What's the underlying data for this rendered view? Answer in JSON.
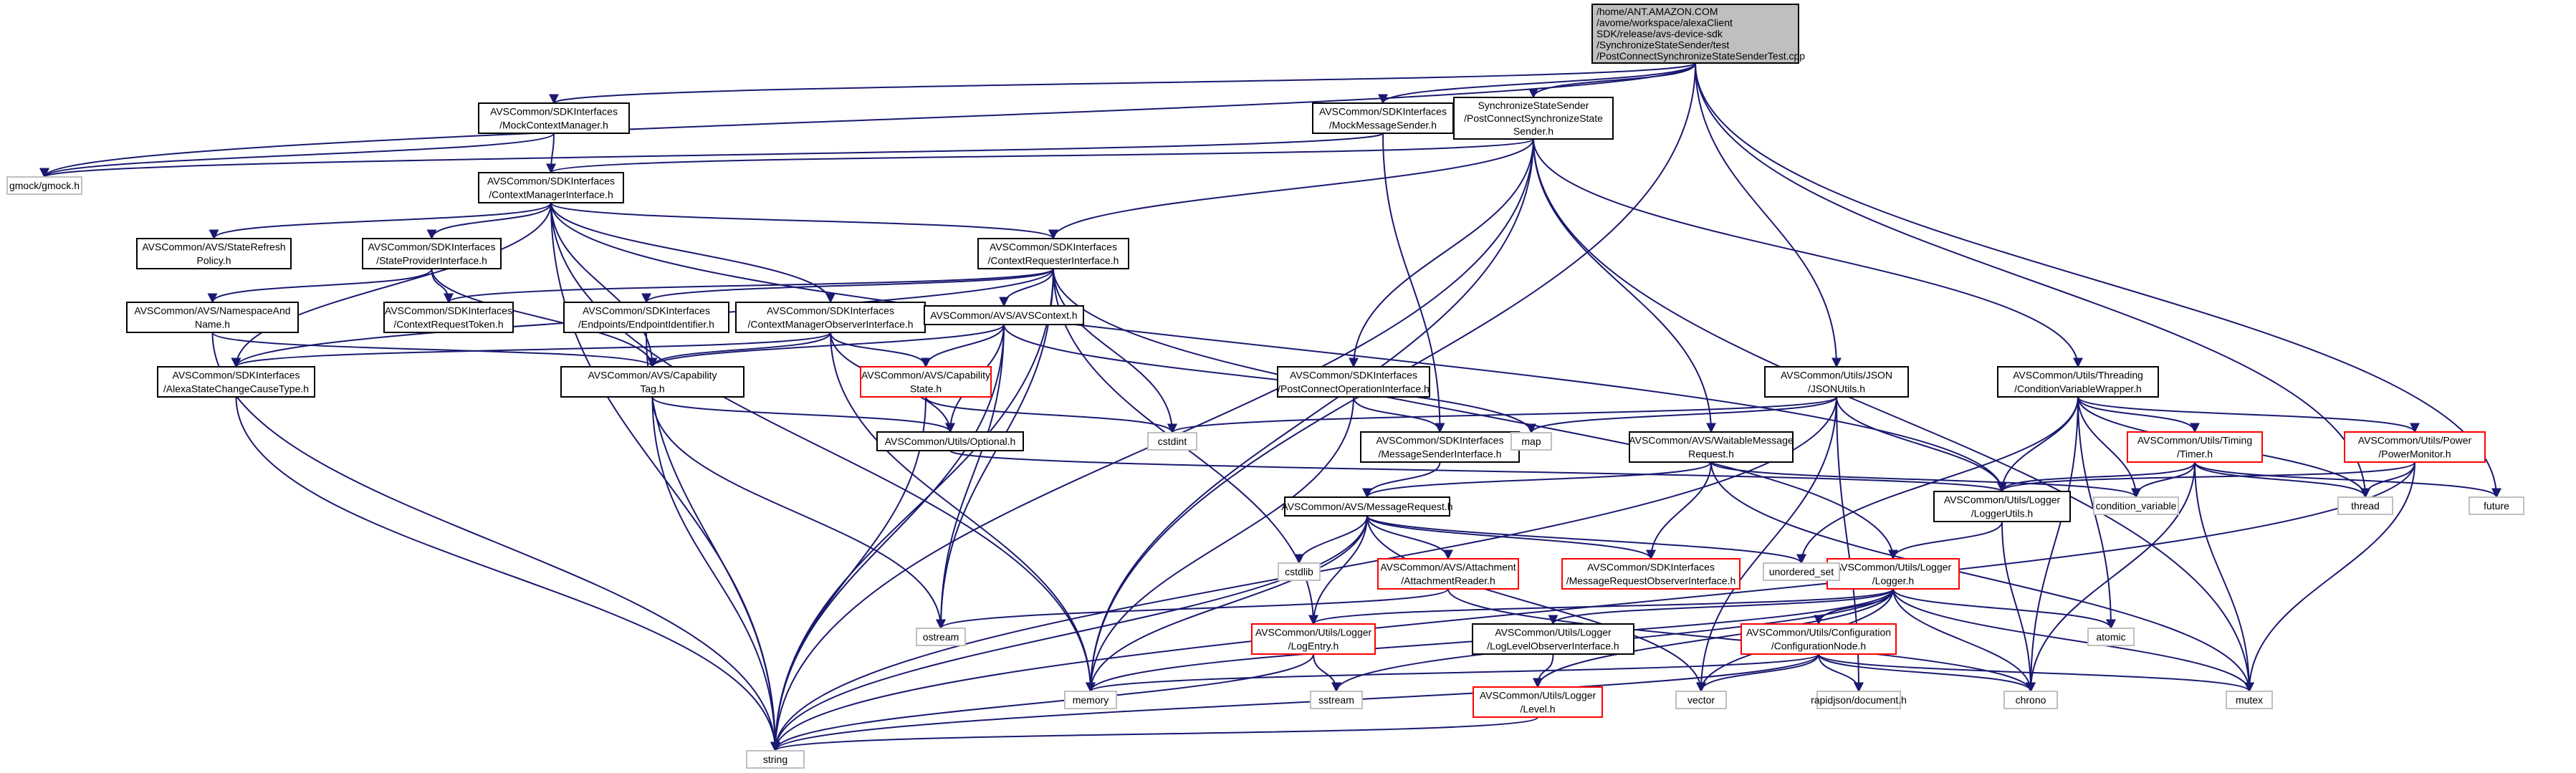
{
  "colors": {
    "edge": "#191970",
    "normal_border": "#000000",
    "incomplete_border": "#ff0000",
    "root_fill": "#bfbfbf",
    "label_only_border": "#bfbfbf",
    "node_fill": "#ffffff"
  },
  "graph": {
    "nodes": [
      {
        "id": "root",
        "lines": [
          "/home/ANT.AMAZON.COM",
          "/avome/workspace/alexaClient",
          "SDK/release/avs-device-sdk",
          "/SynchronizeStateSender/test",
          "/PostConnectSynchronizeStateSenderTest.cpp"
        ],
        "kind": "root"
      },
      {
        "id": "mockctx",
        "lines": [
          "AVSCommon/SDKInterfaces",
          "/MockContextManager.h"
        ],
        "kind": "normal"
      },
      {
        "id": "mockmsg",
        "lines": [
          "AVSCommon/SDKInterfaces",
          "/MockMessageSender.h"
        ],
        "kind": "normal"
      },
      {
        "id": "syncsender",
        "lines": [
          "SynchronizeStateSender",
          "/PostConnectSynchronizeState",
          "Sender.h"
        ],
        "kind": "normal"
      },
      {
        "id": "gmock",
        "lines": [
          "gmock/gmock.h"
        ],
        "kind": "plain"
      },
      {
        "id": "ctxmgr",
        "lines": [
          "AVSCommon/SDKInterfaces",
          "/ContextManagerInterface.h"
        ],
        "kind": "normal"
      },
      {
        "id": "staterefresh",
        "lines": [
          "AVSCommon/AVS/StateRefresh",
          "Policy.h"
        ],
        "kind": "normal"
      },
      {
        "id": "stateprov",
        "lines": [
          "AVSCommon/SDKInterfaces",
          "/StateProviderInterface.h"
        ],
        "kind": "normal"
      },
      {
        "id": "ctxreq",
        "lines": [
          "AVSCommon/SDKInterfaces",
          "/ContextRequesterInterface.h"
        ],
        "kind": "normal"
      },
      {
        "id": "nsname",
        "lines": [
          "AVSCommon/AVS/NamespaceAnd",
          "Name.h"
        ],
        "kind": "normal"
      },
      {
        "id": "ctxtoken",
        "lines": [
          "AVSCommon/SDKInterfaces",
          "/ContextRequestToken.h"
        ],
        "kind": "normal"
      },
      {
        "id": "endpointid",
        "lines": [
          "AVSCommon/SDKInterfaces",
          "/Endpoints/EndpointIdentifier.h"
        ],
        "kind": "normal"
      },
      {
        "id": "ctxmgrobs",
        "lines": [
          "AVSCommon/SDKInterfaces",
          "/ContextManagerObserverInterface.h"
        ],
        "kind": "normal"
      },
      {
        "id": "avscontext",
        "lines": [
          "AVSCommon/AVS/AVSContext.h"
        ],
        "kind": "normal"
      },
      {
        "id": "alexastate",
        "lines": [
          "AVSCommon/SDKInterfaces",
          "/AlexaStateChangeCauseType.h"
        ],
        "kind": "normal"
      },
      {
        "id": "captag",
        "lines": [
          "AVSCommon/AVS/Capability",
          "Tag.h"
        ],
        "kind": "normal"
      },
      {
        "id": "capstate",
        "lines": [
          "AVSCommon/AVS/Capability",
          "State.h"
        ],
        "kind": "red"
      },
      {
        "id": "optional",
        "lines": [
          "AVSCommon/Utils/Optional.h"
        ],
        "kind": "normal"
      },
      {
        "id": "postconn",
        "lines": [
          "AVSCommon/SDKInterfaces",
          "/PostConnectOperationInterface.h"
        ],
        "kind": "normal"
      },
      {
        "id": "msgsender",
        "lines": [
          "AVSCommon/SDKInterfaces",
          "/MessageSenderInterface.h"
        ],
        "kind": "normal"
      },
      {
        "id": "jsonutils",
        "lines": [
          "AVSCommon/Utils/JSON",
          "/JSONUtils.h"
        ],
        "kind": "normal"
      },
      {
        "id": "waitable",
        "lines": [
          "AVSCommon/AVS/WaitableMessage",
          "Request.h"
        ],
        "kind": "normal"
      },
      {
        "id": "condwrap",
        "lines": [
          "AVSCommon/Utils/Threading",
          "/ConditionVariableWrapper.h"
        ],
        "kind": "normal"
      },
      {
        "id": "timer",
        "lines": [
          "AVSCommon/Utils/Timing",
          "/Timer.h"
        ],
        "kind": "red"
      },
      {
        "id": "powermon",
        "lines": [
          "AVSCommon/Utils/Power",
          "/PowerMonitor.h"
        ],
        "kind": "red"
      },
      {
        "id": "msgrequest",
        "lines": [
          "AVSCommon/AVS/MessageRequest.h"
        ],
        "kind": "normal"
      },
      {
        "id": "loggerutils",
        "lines": [
          "AVSCommon/Utils/Logger",
          "/LoggerUtils.h"
        ],
        "kind": "normal"
      },
      {
        "id": "attachreader",
        "lines": [
          "AVSCommon/AVS/Attachment",
          "/AttachmentReader.h"
        ],
        "kind": "red"
      },
      {
        "id": "msgreqobs",
        "lines": [
          "AVSCommon/SDKInterfaces",
          "/MessageRequestObserverInterface.h"
        ],
        "kind": "red"
      },
      {
        "id": "logger",
        "lines": [
          "AVSCommon/Utils/Logger",
          "/Logger.h"
        ],
        "kind": "red"
      },
      {
        "id": "logentry",
        "lines": [
          "AVSCommon/Utils/Logger",
          "/LogEntry.h"
        ],
        "kind": "red"
      },
      {
        "id": "loglevelobs",
        "lines": [
          "AVSCommon/Utils/Logger",
          "/LogLevelObserverInterface.h"
        ],
        "kind": "normal"
      },
      {
        "id": "confignode",
        "lines": [
          "AVSCommon/Utils/Configuration",
          "/ConfigurationNode.h"
        ],
        "kind": "red"
      },
      {
        "id": "level",
        "lines": [
          "AVSCommon/Utils/Logger",
          "/Level.h"
        ],
        "kind": "red"
      },
      {
        "id": "cstdint",
        "lines": [
          "cstdint"
        ],
        "kind": "plain"
      },
      {
        "id": "map",
        "lines": [
          "map"
        ],
        "kind": "plain"
      },
      {
        "id": "cstdlib",
        "lines": [
          "cstdlib"
        ],
        "kind": "plain"
      },
      {
        "id": "unordered_set",
        "lines": [
          "unordered_set"
        ],
        "kind": "plain"
      },
      {
        "id": "condvar",
        "lines": [
          "condition_variable"
        ],
        "kind": "plain"
      },
      {
        "id": "thread",
        "lines": [
          "thread"
        ],
        "kind": "plain"
      },
      {
        "id": "future",
        "lines": [
          "future"
        ],
        "kind": "plain"
      },
      {
        "id": "atomic",
        "lines": [
          "atomic"
        ],
        "kind": "plain"
      },
      {
        "id": "ostream",
        "lines": [
          "ostream"
        ],
        "kind": "plain"
      },
      {
        "id": "sstream",
        "lines": [
          "sstream"
        ],
        "kind": "plain"
      },
      {
        "id": "memory",
        "lines": [
          "memory"
        ],
        "kind": "plain"
      },
      {
        "id": "vector",
        "lines": [
          "vector"
        ],
        "kind": "plain"
      },
      {
        "id": "rapidjson",
        "lines": [
          "rapidjson/document.h"
        ],
        "kind": "plain"
      },
      {
        "id": "chrono",
        "lines": [
          "chrono"
        ],
        "kind": "plain"
      },
      {
        "id": "mutex",
        "lines": [
          "mutex"
        ],
        "kind": "plain"
      },
      {
        "id": "string",
        "lines": [
          "string"
        ],
        "kind": "plain"
      }
    ],
    "edges": [
      [
        "root",
        "mockctx"
      ],
      [
        "root",
        "mockmsg"
      ],
      [
        "root",
        "syncsender"
      ],
      [
        "root",
        "gmock"
      ],
      [
        "root",
        "jsonutils"
      ],
      [
        "root",
        "thread"
      ],
      [
        "root",
        "future"
      ],
      [
        "root",
        "memory"
      ],
      [
        "mockctx",
        "gmock"
      ],
      [
        "mockctx",
        "ctxmgr"
      ],
      [
        "mockmsg",
        "gmock"
      ],
      [
        "mockmsg",
        "msgsender"
      ],
      [
        "syncsender",
        "ctxmgr"
      ],
      [
        "syncsender",
        "ctxreq"
      ],
      [
        "syncsender",
        "postconn"
      ],
      [
        "syncsender",
        "waitable"
      ],
      [
        "syncsender",
        "condwrap"
      ],
      [
        "syncsender",
        "memory"
      ],
      [
        "syncsender",
        "mutex"
      ],
      [
        "syncsender",
        "string"
      ],
      [
        "ctxmgr",
        "staterefresh"
      ],
      [
        "ctxmgr",
        "stateprov"
      ],
      [
        "ctxmgr",
        "ctxreq"
      ],
      [
        "ctxmgr",
        "ctxmgrobs"
      ],
      [
        "ctxmgr",
        "alexastate"
      ],
      [
        "ctxmgr",
        "captag"
      ],
      [
        "ctxmgr",
        "memory"
      ],
      [
        "ctxmgr",
        "string"
      ],
      [
        "ctxmgr",
        "loggerutils"
      ],
      [
        "stateprov",
        "nsname"
      ],
      [
        "stateprov",
        "ctxtoken"
      ],
      [
        "stateprov",
        "captag"
      ],
      [
        "ctxreq",
        "ctxtoken"
      ],
      [
        "ctxreq",
        "endpointid"
      ],
      [
        "ctxreq",
        "avscontext"
      ],
      [
        "ctxreq",
        "alexastate"
      ],
      [
        "ctxreq",
        "cstdint"
      ],
      [
        "ctxreq",
        "ostream"
      ],
      [
        "ctxreq",
        "logentry"
      ],
      [
        "ctxreq",
        "logger"
      ],
      [
        "ctxreq",
        "string"
      ],
      [
        "nsname",
        "captag"
      ],
      [
        "nsname",
        "string"
      ],
      [
        "endpointid",
        "string"
      ],
      [
        "ctxmgrobs",
        "alexastate"
      ],
      [
        "ctxmgrobs",
        "captag"
      ],
      [
        "ctxmgrobs",
        "capstate"
      ],
      [
        "ctxmgrobs",
        "optional"
      ],
      [
        "ctxmgrobs",
        "memory"
      ],
      [
        "avscontext",
        "captag"
      ],
      [
        "avscontext",
        "capstate"
      ],
      [
        "avscontext",
        "optional"
      ],
      [
        "avscontext",
        "map"
      ],
      [
        "avscontext",
        "ostream"
      ],
      [
        "avscontext",
        "string"
      ],
      [
        "alexastate",
        "string"
      ],
      [
        "captag",
        "optional"
      ],
      [
        "captag",
        "ostream"
      ],
      [
        "captag",
        "string"
      ],
      [
        "capstate",
        "cstdint"
      ],
      [
        "capstate",
        "string"
      ],
      [
        "optional",
        "loggerutils"
      ],
      [
        "postconn",
        "msgsender"
      ],
      [
        "postconn",
        "memory"
      ],
      [
        "msgsender",
        "msgrequest"
      ],
      [
        "jsonutils",
        "map"
      ],
      [
        "jsonutils",
        "cstdint"
      ],
      [
        "jsonutils",
        "loggerutils"
      ],
      [
        "jsonutils",
        "rapidjson"
      ],
      [
        "jsonutils",
        "vector"
      ],
      [
        "jsonutils",
        "string"
      ],
      [
        "waitable",
        "msgrequest"
      ],
      [
        "waitable",
        "msgreqobs"
      ],
      [
        "waitable",
        "condvar"
      ],
      [
        "waitable",
        "mutex"
      ],
      [
        "condwrap",
        "loggerutils"
      ],
      [
        "condwrap",
        "timer"
      ],
      [
        "condwrap",
        "powermon"
      ],
      [
        "condwrap",
        "condvar"
      ],
      [
        "condwrap",
        "thread"
      ],
      [
        "condwrap",
        "unordered_set"
      ],
      [
        "condwrap",
        "atomic"
      ],
      [
        "condwrap",
        "chrono"
      ],
      [
        "timer",
        "loggerutils"
      ],
      [
        "timer",
        "condvar"
      ],
      [
        "timer",
        "thread"
      ],
      [
        "timer",
        "future"
      ],
      [
        "timer",
        "chrono"
      ],
      [
        "timer",
        "mutex"
      ],
      [
        "powermon",
        "thread"
      ],
      [
        "powermon",
        "mutex"
      ],
      [
        "powermon",
        "string"
      ],
      [
        "powermon",
        "loggerutils"
      ],
      [
        "msgrequest",
        "cstdlib"
      ],
      [
        "msgrequest",
        "attachreader"
      ],
      [
        "msgrequest",
        "msgreqobs"
      ],
      [
        "msgrequest",
        "unordered_set"
      ],
      [
        "msgrequest",
        "logentry"
      ],
      [
        "msgrequest",
        "memory"
      ],
      [
        "msgrequest",
        "string"
      ],
      [
        "msgrequest",
        "vector"
      ],
      [
        "attachreader",
        "ostream"
      ],
      [
        "attachreader",
        "chrono"
      ],
      [
        "loggerutils",
        "logger"
      ],
      [
        "loggerutils",
        "chrono"
      ],
      [
        "logger",
        "logentry"
      ],
      [
        "logger",
        "loglevelobs"
      ],
      [
        "logger",
        "confignode"
      ],
      [
        "logger",
        "level"
      ],
      [
        "logger",
        "atomic"
      ],
      [
        "logger",
        "sstream"
      ],
      [
        "logger",
        "chrono"
      ],
      [
        "logger",
        "mutex"
      ],
      [
        "logger",
        "vector"
      ],
      [
        "logger",
        "memory"
      ],
      [
        "logentry",
        "sstream"
      ],
      [
        "logentry",
        "string"
      ],
      [
        "loglevelobs",
        "level"
      ],
      [
        "confignode",
        "memory"
      ],
      [
        "confignode",
        "vector"
      ],
      [
        "confignode",
        "rapidjson"
      ],
      [
        "confignode",
        "chrono"
      ],
      [
        "confignode",
        "mutex"
      ],
      [
        "confignode",
        "string"
      ],
      [
        "level",
        "string"
      ]
    ]
  }
}
